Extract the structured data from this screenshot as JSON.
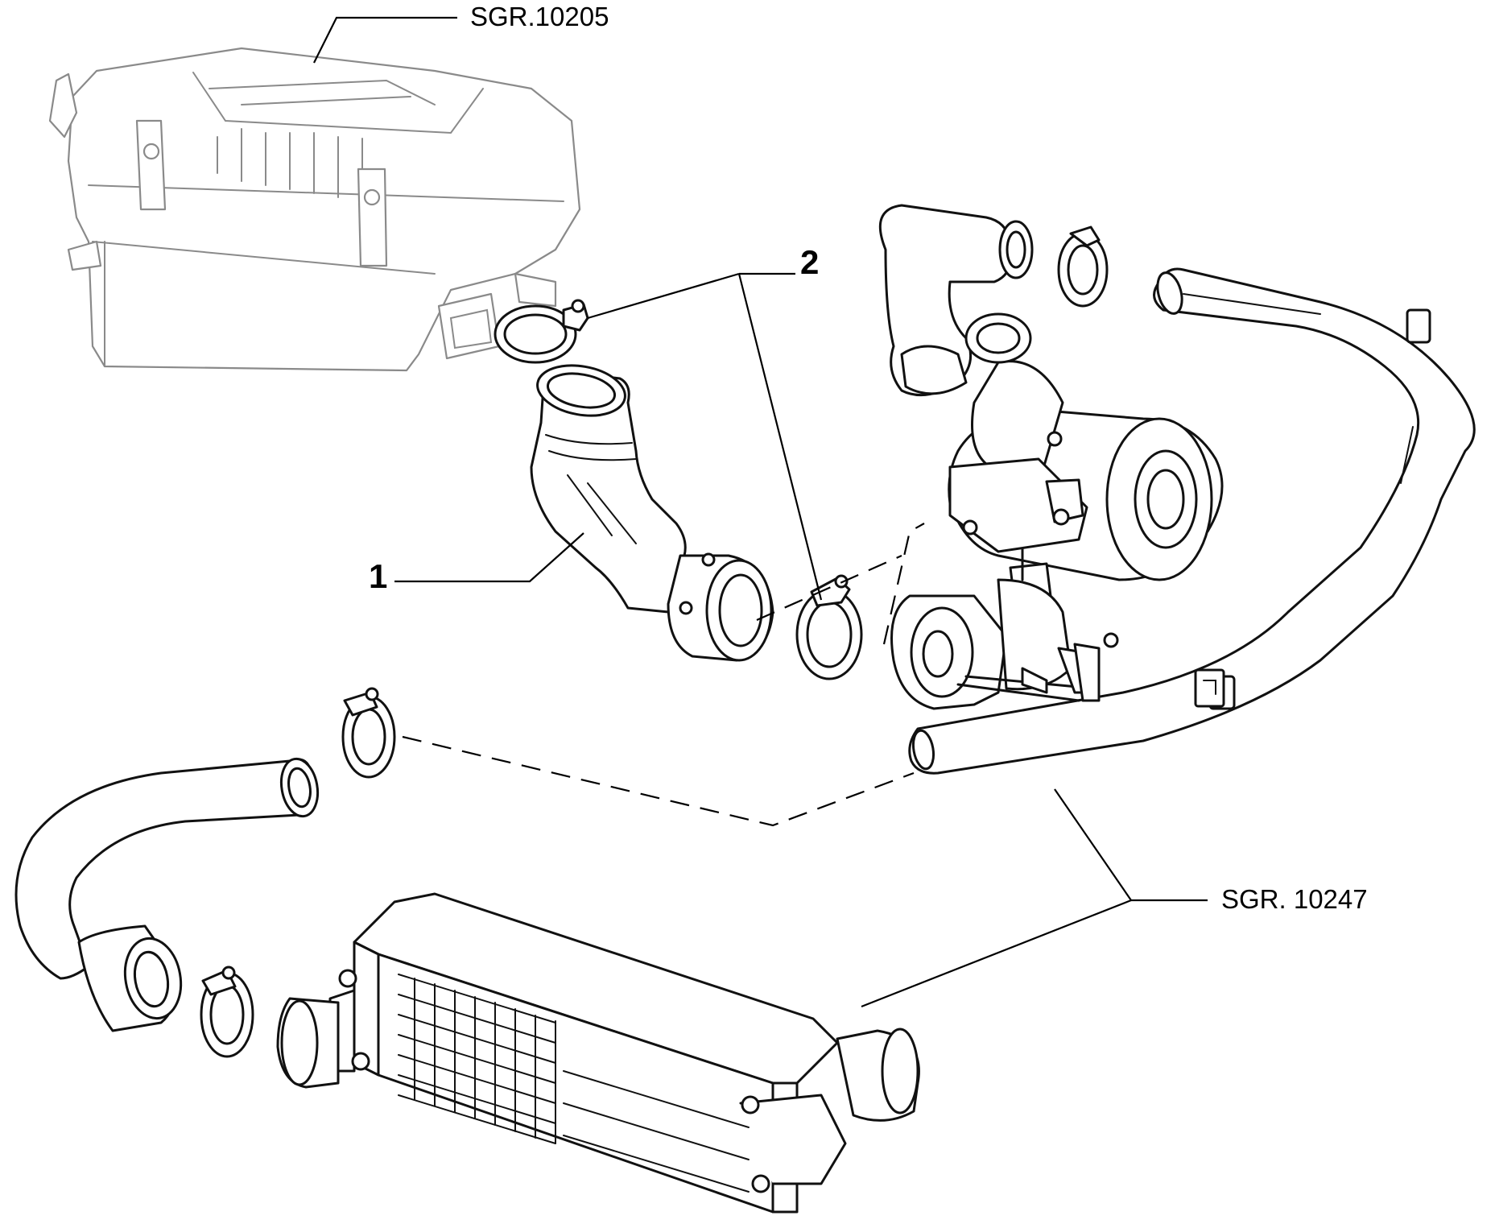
{
  "references": {
    "air_filter": "SGR.10205",
    "intercooler_pipes": "SGR. 10247"
  },
  "callouts": {
    "hose": "1",
    "clamps": "2"
  },
  "colors": {
    "line": "#111111",
    "ghost_line": "#8a8a8a",
    "background": "#ffffff"
  }
}
